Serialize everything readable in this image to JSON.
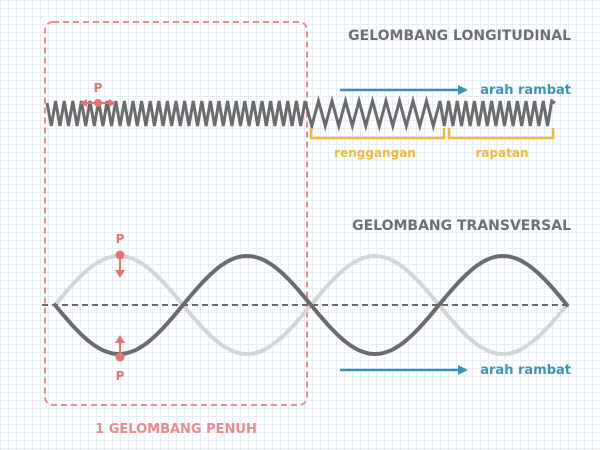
{
  "longitudinal": {
    "title": "GELOMBANG LONGITUDINAL",
    "direction_label": "arah rambat",
    "rarefaction_label": "renggangan",
    "compression_label": "rapatan",
    "particle_label": "P"
  },
  "transverse": {
    "title": "GELOMBANG TRANSVERSAL",
    "direction_label": "arah rambat",
    "particle_top_label": "P",
    "particle_bottom_label": "P"
  },
  "full_wave_label": "1 GELOMBANG PENUH",
  "colors": {
    "spring": "#6b6b6b",
    "wave_dark": "#6b6b6b",
    "wave_light": "#d3d5d8",
    "arrow_blue": "#3a93b9",
    "bracket_yellow": "#f0b93c",
    "marker_red": "#e57373",
    "box_red": "#ea8a8a"
  }
}
